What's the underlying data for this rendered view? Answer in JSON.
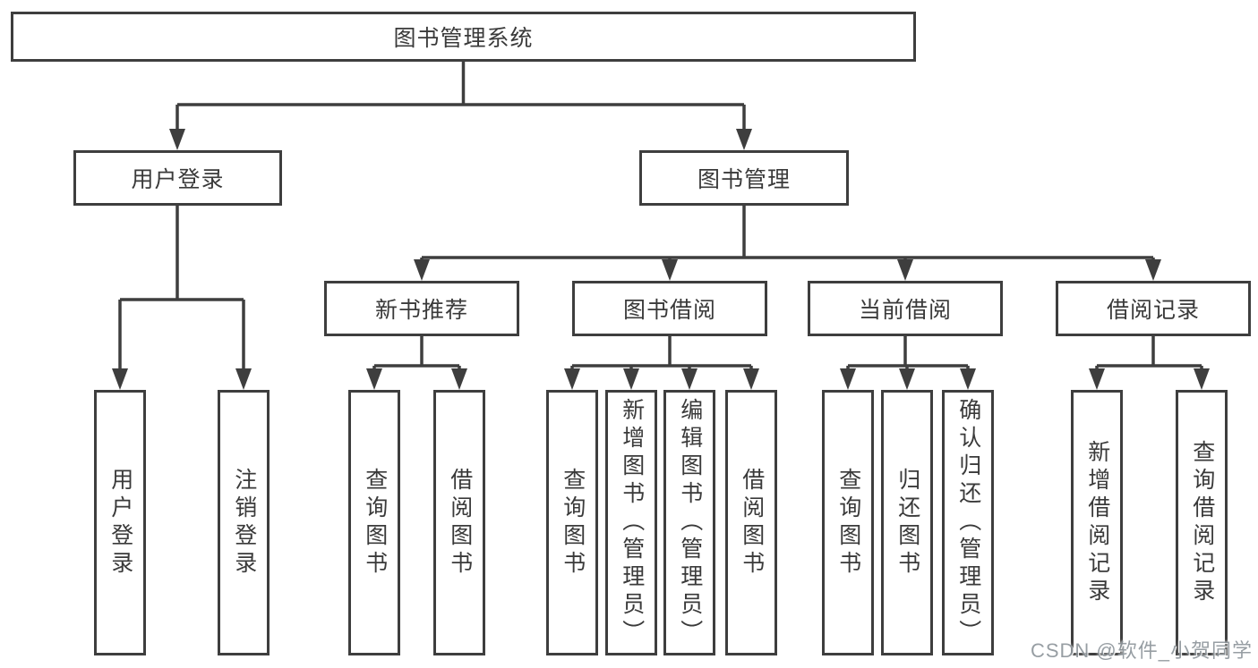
{
  "root": {
    "label": "图书管理系统"
  },
  "branches": [
    {
      "label": "用户登录",
      "children": [
        {
          "label": "用户登录"
        },
        {
          "label": "注销登录"
        }
      ]
    },
    {
      "label": "图书管理",
      "sections": [
        {
          "label": "新书推荐",
          "children": [
            {
              "label": "查询图书"
            },
            {
              "label": "借阅图书"
            }
          ]
        },
        {
          "label": "图书借阅",
          "children": [
            {
              "label": "查询图书"
            },
            {
              "label": "新增图书（管理员）"
            },
            {
              "label": "编辑图书（管理员）"
            },
            {
              "label": "借阅图书"
            }
          ]
        },
        {
          "label": "当前借阅",
          "children": [
            {
              "label": "查询图书"
            },
            {
              "label": "归还图书"
            },
            {
              "label": "确认归还（管理员）"
            }
          ]
        },
        {
          "label": "借阅记录",
          "children": [
            {
              "label": "新增借阅记录"
            },
            {
              "label": "查询借阅记录"
            }
          ]
        }
      ]
    }
  ],
  "watermark": {
    "text": "CSDN @软件_小贺同学"
  },
  "colors": {
    "line": "#3e3e3e",
    "text": "#3a3a3a",
    "background": "#ffffff",
    "watermark": "#8f969c"
  }
}
